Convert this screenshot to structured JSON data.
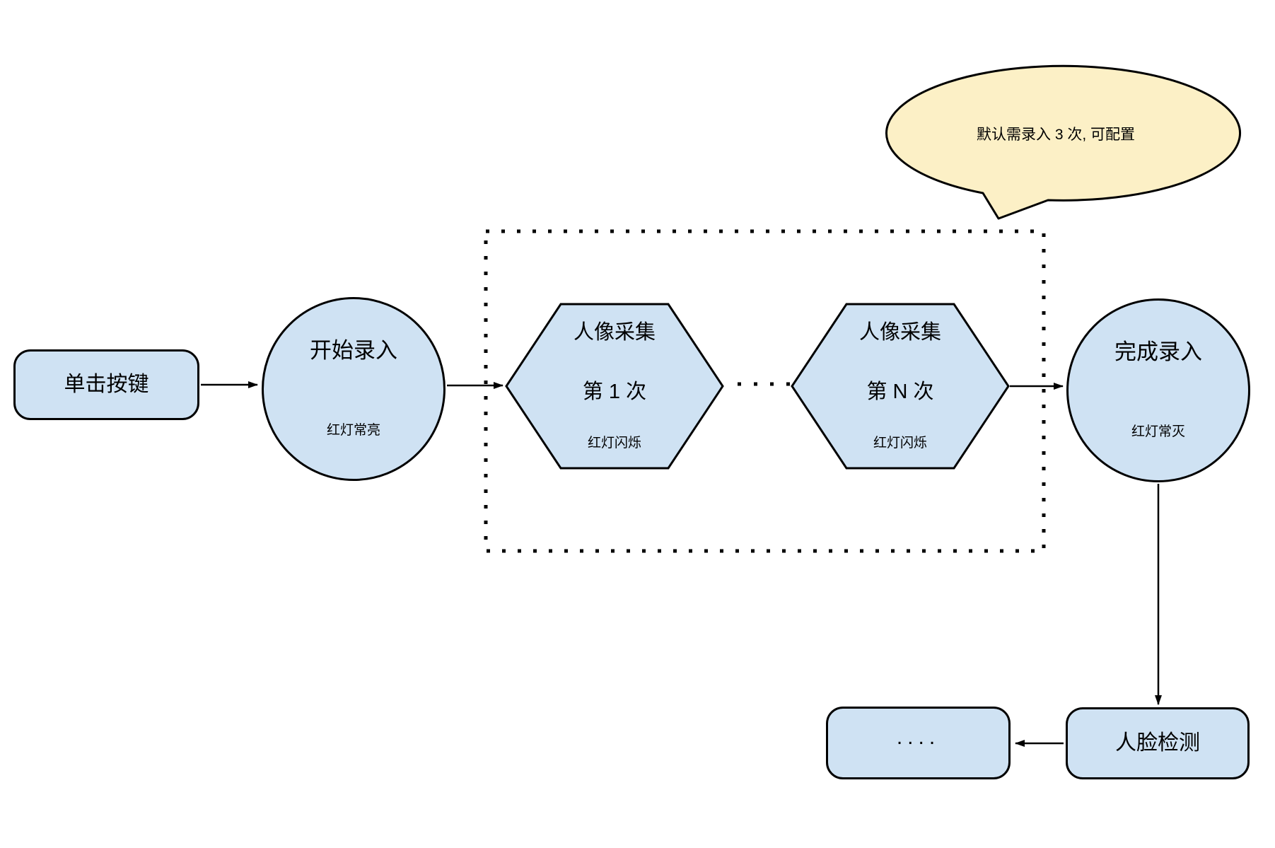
{
  "colors": {
    "node_fill": "#cfe2f3",
    "node_stroke": "#000000",
    "arrow_color": "#000000",
    "callout_fill": "#fcf0c6"
  },
  "nodes": {
    "click_button": {
      "label": "单击按键"
    },
    "start_entry": {
      "label": "开始录入",
      "status": "红灯常亮"
    },
    "capture_first": {
      "title": "人像采集",
      "count": "第 1 次",
      "status": "红灯闪烁"
    },
    "capture_nth": {
      "title": "人像采集",
      "count": "第 N 次",
      "status": "红灯闪烁"
    },
    "finish_entry": {
      "label": "完成录入",
      "status": "红灯常灭"
    },
    "face_detection": {
      "label": "人脸检测"
    },
    "ellipsis": {
      "label": "...."
    }
  },
  "callout": {
    "text": "默认需录入 3 次, 可配置"
  }
}
